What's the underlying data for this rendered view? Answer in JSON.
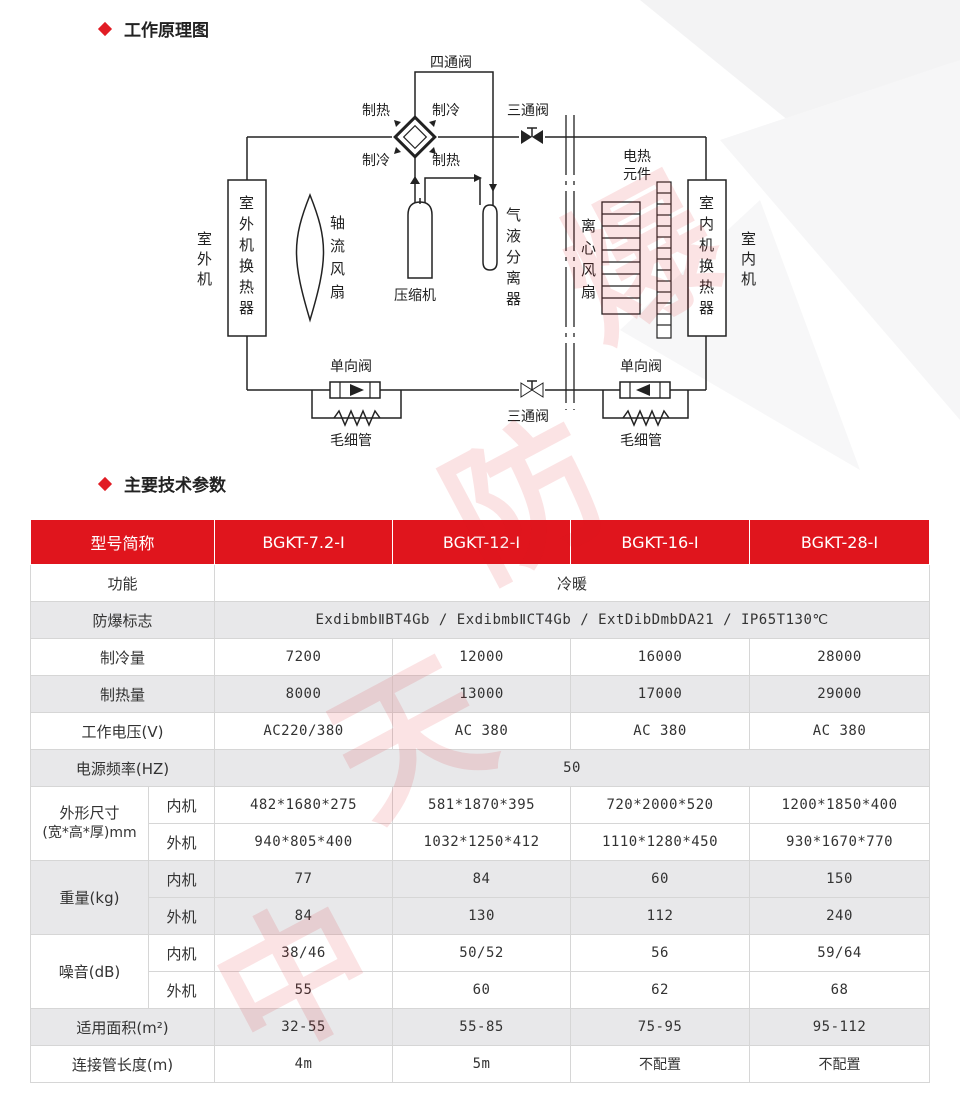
{
  "section1": {
    "title": "工作原理图"
  },
  "section2": {
    "title": "主要技术参数"
  },
  "diagram": {
    "four_way_valve": "四通阀",
    "heat_top": "制热",
    "cool_top": "制冷",
    "cool_bottom": "制冷",
    "heat_bottom": "制热",
    "three_way_valve_top": "三通阀",
    "three_way_valve_bottom": "三通阀",
    "electric_heater": [
      "电热",
      "元件"
    ],
    "outdoor": [
      "室",
      "外",
      "机"
    ],
    "outdoor_exchanger": [
      "室",
      "外",
      "机",
      "换",
      "热",
      "器"
    ],
    "axial_fan": [
      "轴",
      "流",
      "风",
      "扇"
    ],
    "compressor": "压缩机",
    "separator": [
      "气",
      "液",
      "分",
      "离",
      "器"
    ],
    "centrifugal_fan": [
      "离",
      "心",
      "风",
      "扇"
    ],
    "indoor_exchanger": [
      "室",
      "内",
      "机",
      "换",
      "热",
      "器"
    ],
    "indoor": [
      "室",
      "内",
      "机"
    ],
    "check_valve_left": "单向阀",
    "check_valve_right": "单向阀",
    "capillary_left": "毛细管",
    "capillary_right": "毛细管"
  },
  "table": {
    "header": {
      "label": "型号简称",
      "models": [
        "BGKT-7.2-I",
        "BGKT-12-I",
        "BGKT-16-I",
        "BGKT-28-I"
      ]
    },
    "function": {
      "label": "功能",
      "value": "冷暖"
    },
    "explosion_mark": {
      "label": "防爆标志",
      "value": "ExdibmbⅡBT4Gb / ExdibmbⅡCT4Gb / ExtDibDmbDA21 / IP65T130℃"
    },
    "cooling": {
      "label": "制冷量",
      "values": [
        "7200",
        "12000",
        "16000",
        "28000"
      ]
    },
    "heating": {
      "label": "制热量",
      "values": [
        "8000",
        "13000",
        "17000",
        "29000"
      ]
    },
    "voltage": {
      "label": "工作电压(V)",
      "values": [
        "AC220/380",
        "AC 380",
        "AC 380",
        "AC 380"
      ]
    },
    "frequency": {
      "label": "电源频率(HZ)",
      "value": "50"
    },
    "dimensions": {
      "label": "外形尺寸",
      "label2": "(宽*高*厚)mm",
      "indoor_label": "内机",
      "outdoor_label": "外机",
      "indoor": [
        "482*1680*275",
        "581*1870*395",
        "720*2000*520",
        "1200*1850*400"
      ],
      "outdoor": [
        "940*805*400",
        "1032*1250*412",
        "1110*1280*450",
        "930*1670*770"
      ]
    },
    "weight": {
      "label": "重量(kg)",
      "indoor_label": "内机",
      "outdoor_label": "外机",
      "indoor": [
        "77",
        "84",
        "60",
        "150"
      ],
      "outdoor": [
        "84",
        "130",
        "112",
        "240"
      ]
    },
    "noise": {
      "label": "噪音(dB)",
      "indoor_label": "内机",
      "outdoor_label": "外机",
      "indoor": [
        "38/46",
        "50/52",
        "56",
        "59/64"
      ],
      "outdoor": [
        "55",
        "60",
        "62",
        "68"
      ]
    },
    "area": {
      "label": "适用面积(m²)",
      "values": [
        "32-55",
        "55-85",
        "75-95",
        "95-112"
      ]
    },
    "pipe": {
      "label": "连接管长度(m)",
      "values": [
        "4m",
        "5m",
        "不配置",
        "不配置"
      ]
    }
  },
  "watermark": [
    "中",
    "天",
    "防",
    "爆"
  ],
  "colors": {
    "accent": "#e11c24",
    "row_alt": "#e8e8ea",
    "line": "#222222"
  }
}
